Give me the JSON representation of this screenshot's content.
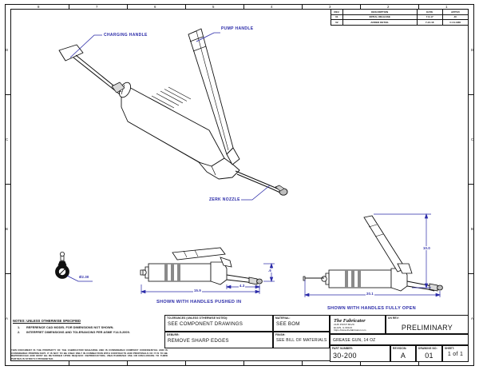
{
  "sheet": {
    "zone_labels_top": [
      "8",
      "7",
      "6",
      "5",
      "4",
      "3",
      "2",
      "1"
    ],
    "zone_labels_side": [
      "D",
      "C",
      "B",
      "A"
    ]
  },
  "revision_table": {
    "headers": [
      "REV.",
      "DESCRIPTION",
      "DATE",
      "APPVD"
    ],
    "rows": [
      [
        "01",
        "INITIAL RELEASE",
        "7-6-17",
        "JC"
      ],
      [
        "02",
        "ADDED DETAIL",
        "7-24-18",
        "C.CLARK"
      ]
    ]
  },
  "notes": {
    "title": "NOTES: UNLESS OTHERWISE SPECIFIED",
    "items": [
      {
        "num": "1.",
        "text": "REFERENCE CAD MODEL FOR DIMENSIONS NOT SHOWN."
      },
      {
        "num": "2.",
        "text": "INTERPRET DIMENSIONS AND TOLERANCING PER ASME Y14.5-2009."
      }
    ]
  },
  "title_block": {
    "tolerances_label": "TOLERANCES (UNLESS OTHERWISE NOTED):",
    "tolerances_value": "SEE COMPONENT DRAWINGS",
    "material_label": "MATERIAL:",
    "material_value": "SEE BOM",
    "deburr_label": "DEBURR:",
    "deburr_value": "REMOVE SHARP EDGES",
    "finish_label": "FINISH:",
    "finish_value": "SEE BILL OF MATERIALS",
    "company_name": "The Fabricator",
    "company_address": "2135 POINT BLVD\nELGIN, IL 60123\nhttps://www.thefabricator.com",
    "status_label": "UN Rev:",
    "status_value": "PRELIMINARY",
    "description": "GREASE GUN, 14 OZ",
    "part_number_label": "PART NUMBER:",
    "part_number_value": "30-200",
    "revision_label": "REVISION:",
    "revision_value": "A",
    "drawing_by_label": "DRAWING NO:",
    "drawing_by_value": "01",
    "sheet_label": "SHEET:",
    "sheet_value": "1 of 1"
  },
  "disclaimer": "THIS DOCUMENT IS THE PROPERTY OF THE FABRICATOR MAGAZINE AND IS CONSIDERED COMPANY CONFIDENTIAL AND IS CONSIDERED PROPRIETARY. IT IS NOT TO BE USED ONLY IN CONNECTION WITH CONTRACTS AND PROPOSALS OF IT IS TO BE REPRODUCED AND MUST BE RETURNED UPON REQUEST. REPRODUCTION, UNAUTHORIZED USE OR DISCLOSURE TO THIRD PARTIES IS STRICTLY PROHIBITED.",
  "callouts": [
    {
      "name": "charging-handle",
      "text": "CHARGING HANDLE"
    },
    {
      "name": "pump-handle",
      "text": "PUMP HANDLE"
    },
    {
      "name": "zerk-nozzle",
      "text": "ZERK NOZZLE"
    }
  ],
  "views": {
    "detail_diameter": "Ø2.30",
    "pushed_in": {
      "caption": "SHOWN WITH HANDLES PUSHED IN",
      "dim_overall": "15.9",
      "dim_nozzle": "4.3",
      "dim_height": ".6"
    },
    "fully_open": {
      "caption": "SHOWN WITH HANDLES FULLY OPEN",
      "dim_overall": "20.1",
      "dim_height": "10.0"
    }
  },
  "colors": {
    "line": "#111111",
    "annotation": "#2a2aa8",
    "grey_fill": "#8a8a8a",
    "light_fill": "#d8d8d8"
  }
}
